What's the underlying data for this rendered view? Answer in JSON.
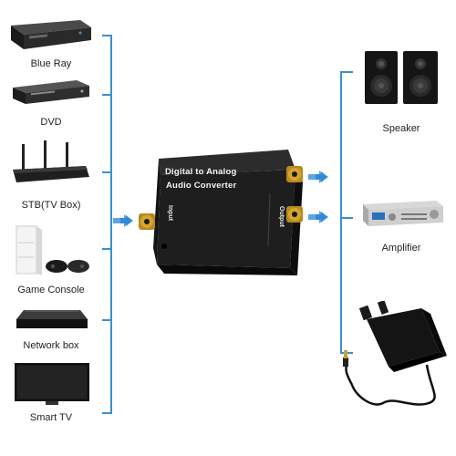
{
  "sources": [
    {
      "label": "Blue Ray",
      "icon": "bluray-player-icon"
    },
    {
      "label": "DVD",
      "icon": "dvd-player-icon"
    },
    {
      "label": "STB(TV Box)",
      "icon": "router-stb-icon"
    },
    {
      "label": "Game Console",
      "icon": "game-console-icon"
    },
    {
      "label": "Network box",
      "icon": "network-box-icon"
    },
    {
      "label": "Smart TV",
      "icon": "smart-tv-icon"
    }
  ],
  "converter": {
    "title_line1": "Digital to Analog",
    "title_line2": "Audio Converter",
    "input_label": "Input",
    "output_label": "Output"
  },
  "outputs": [
    {
      "label": "Speaker",
      "icon": "speaker-icon"
    },
    {
      "label": "Amplifier",
      "icon": "amplifier-icon"
    }
  ],
  "accessories": [
    {
      "icon": "power-adapter-icon"
    }
  ],
  "colors": {
    "wire": "#3a8fd0",
    "arrow": "#2f86d6",
    "converter_body": "#1e1e1e",
    "gold_port": "#d4a630"
  }
}
